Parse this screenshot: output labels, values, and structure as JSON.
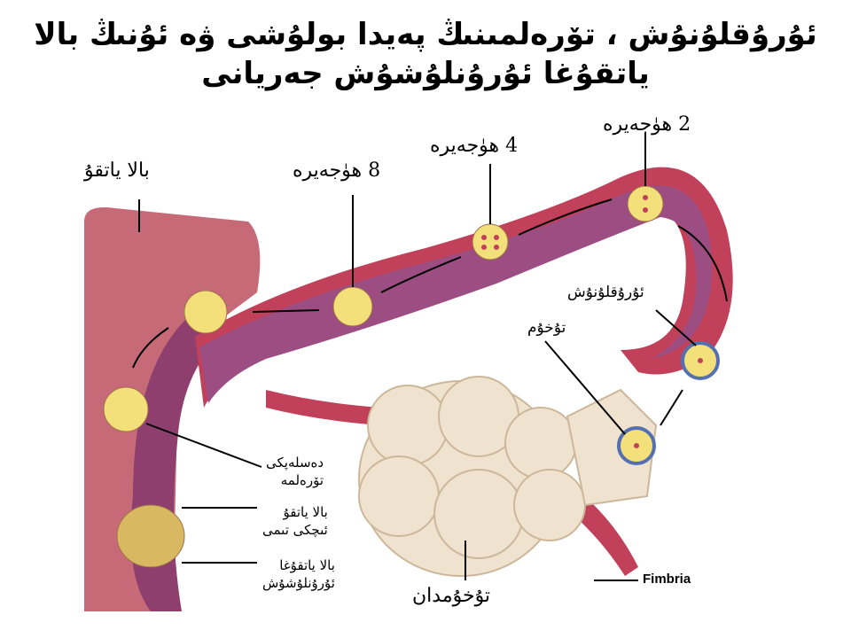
{
  "title": {
    "line1": "ئۇرۇقلۇنۇش ، تۆرەلمىنىڭ پەيدا بولۇشى ۋە ئۇنىڭ بالا",
    "line2": "ياتقۇغا ئۇرۇنلۇشۇش جەريانى"
  },
  "labels": {
    "cells_2": "2 ھۈجەيرە",
    "cells_4": "4 ھۈجەيرە",
    "cells_8": "8 ھۈجەيرە",
    "uterus": "بالا ياتقۇ",
    "fertilization": "ئۇرۇقلۇنۇش",
    "egg": "تۇخۇم",
    "early_embryo_1": "دەسلەپكى",
    "early_embryo_2": "تۆرەلمە",
    "endometrium_1": "بالا ياتقۇ",
    "endometrium_2": "ئىچكى تىمى",
    "implantation_1": "بالا ياتقۇغا",
    "implantation_2": "ئۇرۇنلۇشۇش",
    "ovary": "تۇخۇمدان",
    "fimbria": "Fimbria"
  },
  "colors": {
    "tube": "#8e3f6e",
    "lumen": "#a8588a",
    "wall": "#c1405a",
    "uterus": "#c76a78",
    "ovary": "#efe3cf",
    "cell": "#f3e07a"
  }
}
